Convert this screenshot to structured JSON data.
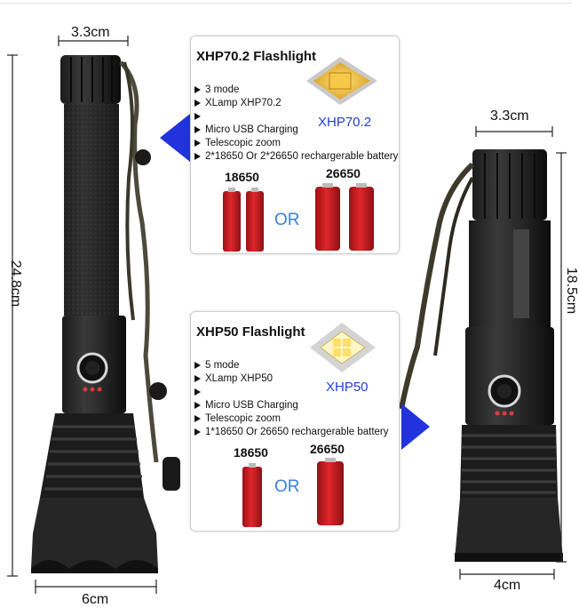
{
  "left_light": {
    "width_top": "3.3cm",
    "height": "24.8cm",
    "width_bottom": "6cm"
  },
  "right_light": {
    "width_top": "3.3cm",
    "height": "18.5cm",
    "width_bottom": "4cm"
  },
  "card_xhp70": {
    "title": "XHP70.2 Flashlight",
    "chip_label": "XHP70.2",
    "features": [
      "3 mode",
      "XLamp XHP70.2",
      "",
      "Micro USB Charging",
      "Telescopic zoom",
      "2*18650 Or 2*26650 rechargerable battery"
    ],
    "battery_a": "18650",
    "battery_b": "26650",
    "or": "OR"
  },
  "card_xhp50": {
    "title": "XHP50 Flashlight",
    "chip_label": "XHP50",
    "features": [
      "5 mode",
      "XLamp XHP50",
      "",
      "Micro USB Charging",
      "Telescopic zoom",
      "1*18650  Or 26650 rechargerable battery"
    ],
    "battery_a": "18650",
    "battery_b": "26650",
    "or": "OR"
  },
  "colors": {
    "pointer_blue": "#2233dd",
    "chip_label_blue": "#1f3fd6",
    "or_blue": "#3a7fe0",
    "battery_red": "#d41f24"
  }
}
